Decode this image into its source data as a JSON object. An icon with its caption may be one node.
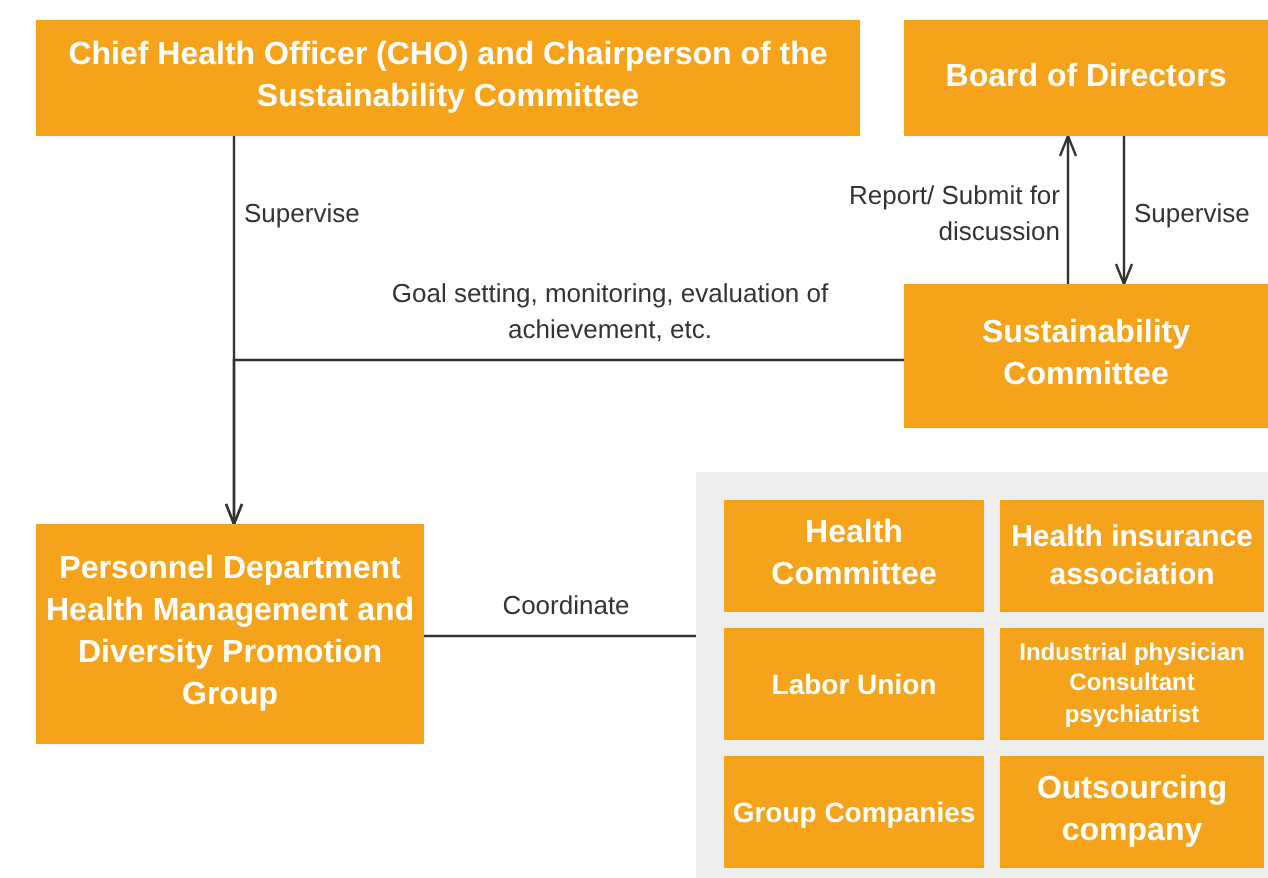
{
  "diagram": {
    "nodes": [
      {
        "text": [
          "Chief Health Officer (CHO) and Chairperson of the Sustainability Committee"
        ]
      },
      {
        "text": [
          "Board of Directors"
        ]
      },
      {
        "text": [
          "Sustainability Committee"
        ]
      },
      {
        "text": [
          "Personnel Department Health Management and Diversity Promotion Group"
        ]
      },
      {
        "text": [],
        "shape": "box"
      },
      {
        "text": [
          "Health Committee"
        ],
        "in": 4
      },
      {
        "text": [
          "Health insurance association"
        ],
        "in": 4
      },
      {
        "text": [
          "Labor Union"
        ],
        "in": 4
      },
      {
        "text": [
          "Industrial physician Consultant psychiatrist"
        ],
        "in": 4
      },
      {
        "text": [
          "Group Companies"
        ],
        "in": 4
      },
      {
        "text": [
          "Outsourcing company"
        ],
        "in": 4
      }
    ],
    "edges": [
      {
        "from": 0,
        "to": 3,
        "arrow": "to",
        "label": "Supervise"
      },
      {
        "from": 2,
        "to": 3,
        "arrow": "to",
        "label": "Goal setting, monitoring, evaluation of achievement, etc."
      },
      {
        "from": 2,
        "to": 1,
        "arrow": "to",
        "label": "Report/ Submit for discussion"
      },
      {
        "from": 1,
        "to": 2,
        "arrow": "to",
        "label": "Supervise"
      },
      {
        "from": 3,
        "to": 4,
        "arrow": "none",
        "label": "Coordinate"
      }
    ]
  }
}
